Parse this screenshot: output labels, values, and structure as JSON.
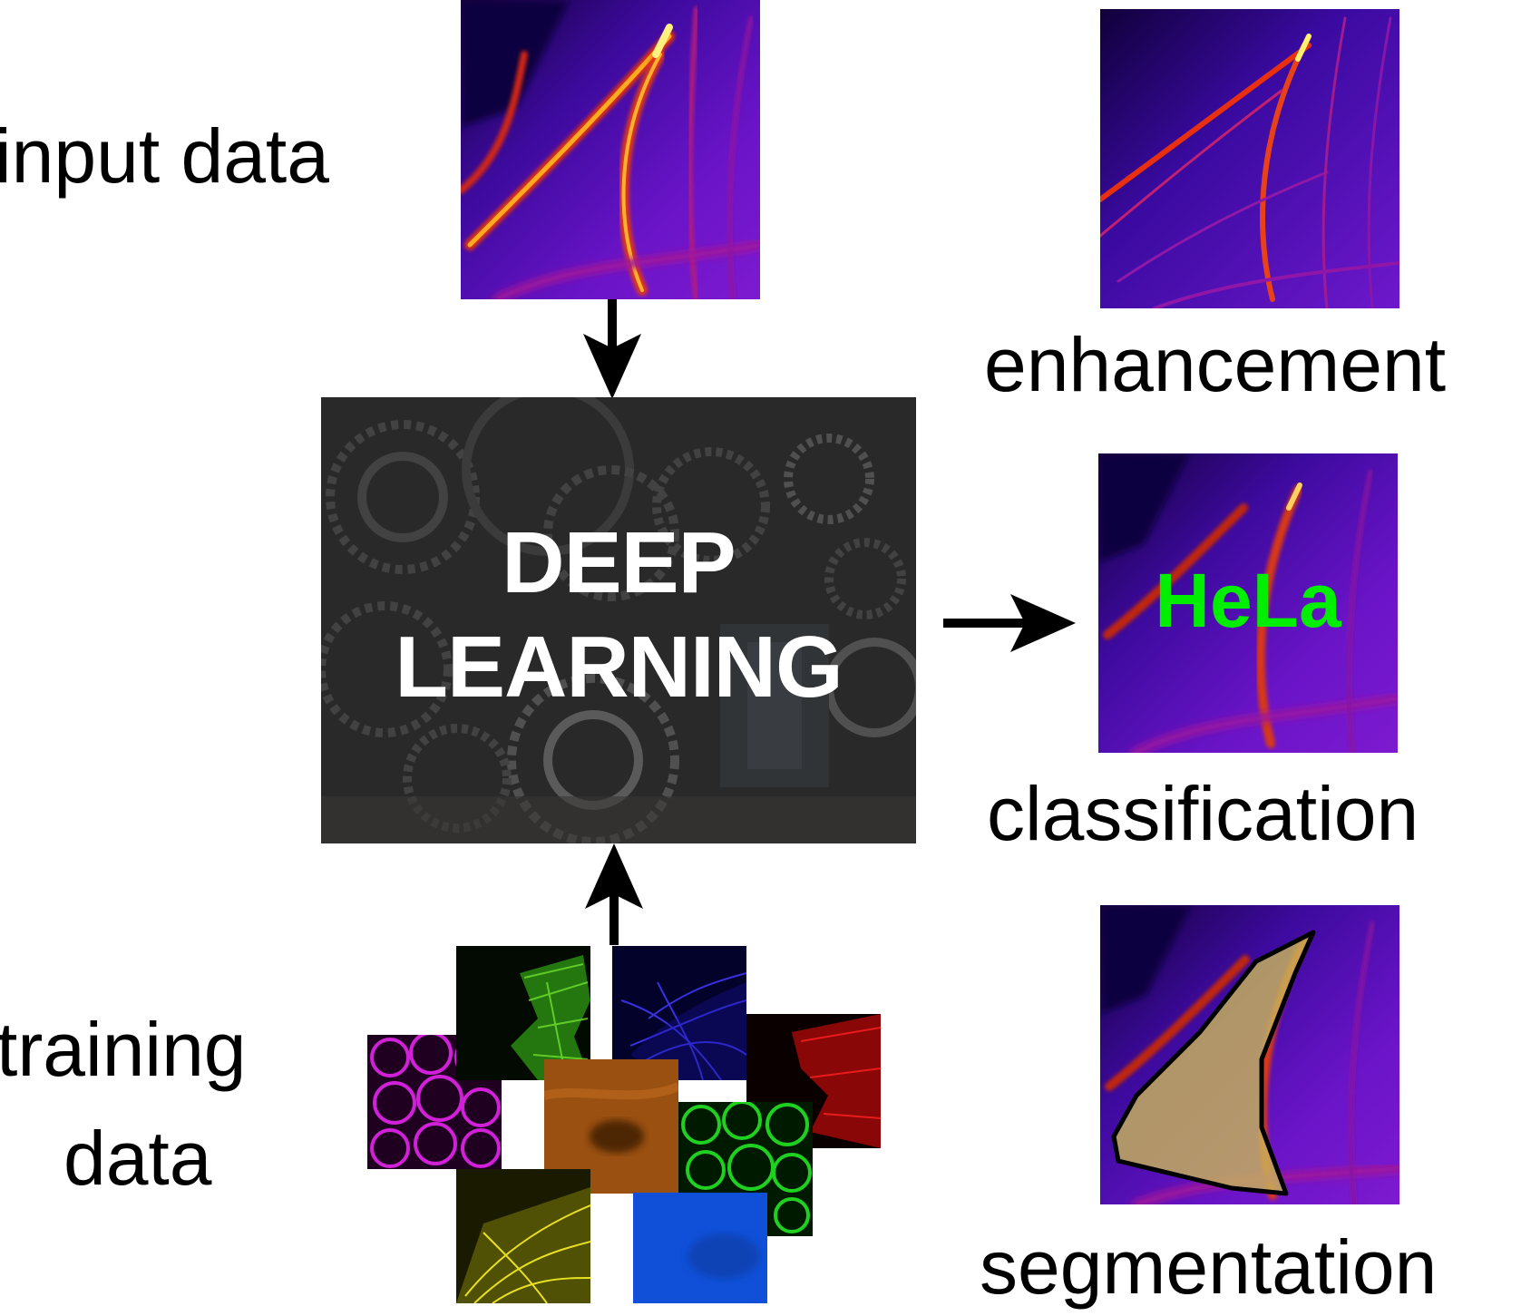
{
  "labels": {
    "input": "input data",
    "training_line1": "training",
    "training_line2": "data",
    "enhancement": "enhancement",
    "classification": "classification",
    "segmentation": "segmentation"
  },
  "center": {
    "line1": "DEEP",
    "line2": "LEARNING"
  },
  "classification_result": "HeLa",
  "colors": {
    "hela": "#00ee00",
    "arrow": "#000000",
    "segmentation_fill": "#c8b45a",
    "segmentation_outline": "#000000"
  }
}
